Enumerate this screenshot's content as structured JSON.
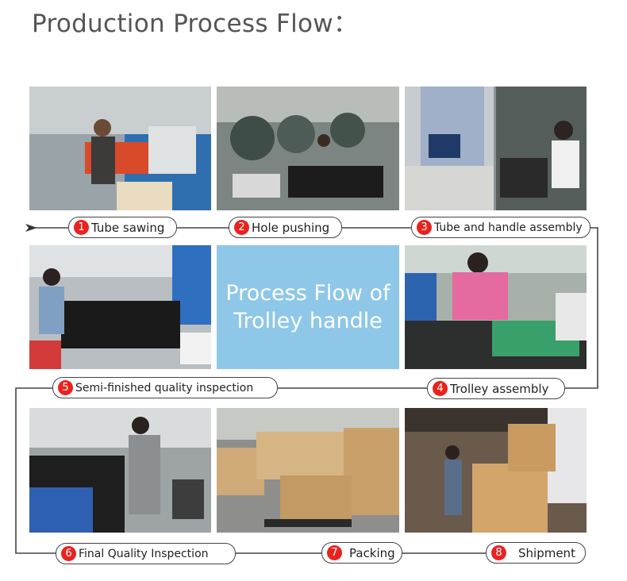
{
  "page": {
    "title": "Production Process Flow",
    "title_punct": "："
  },
  "center": {
    "line1": "Process Flow of",
    "line2": "Trolley handle"
  },
  "steps": [
    {
      "n": "1",
      "label": "Tube sawing"
    },
    {
      "n": "2",
      "label": "Hole pushing"
    },
    {
      "n": "3",
      "label": "Tube and handle assembly"
    },
    {
      "n": "4",
      "label": "Trolley assembly"
    },
    {
      "n": "5",
      "label": "Semi-finished quality inspection"
    },
    {
      "n": "6",
      "label": "Final Quality Inspection"
    },
    {
      "n": "7",
      "label": "Packing"
    },
    {
      "n": "8",
      "label": "Shipment"
    }
  ],
  "colors": {
    "badge": "#e8231f",
    "center_box": "#8ec7e8",
    "line": "#444444"
  }
}
